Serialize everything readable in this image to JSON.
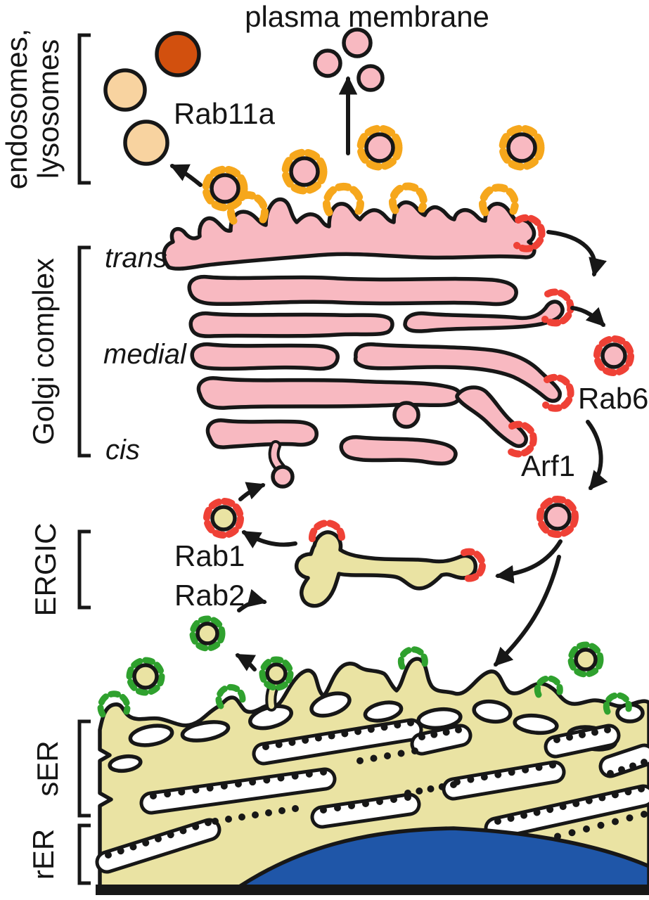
{
  "figure": {
    "labels": {
      "plasma_membrane": "plasma membrane",
      "endosomes_line1": "endosomes,",
      "endosomes_line2": "lysosomes",
      "rab11a": "Rab11a",
      "golgi_complex": "Golgi complex",
      "trans": "trans",
      "medial": "medial",
      "cis": "cis",
      "rab6": "Rab6",
      "arf1": "Arf1",
      "rab1": "Rab1",
      "rab2": "Rab2",
      "ergic": "ERGIC",
      "ser": "sER",
      "rer": "rER"
    },
    "colors": {
      "outline": "#171717",
      "golgi_pink": "#f8b9c1",
      "er_khaki": "#eae3a3",
      "clathrin_orange": "#f6a71c",
      "copi_red": "#ef4136",
      "copii_green": "#2fa12e",
      "endosome_tan": "#f8d3a0",
      "lysosome_orange": "#d2500e",
      "nucleus_blue": "#1f56a8",
      "background": "#ffffff"
    }
  }
}
